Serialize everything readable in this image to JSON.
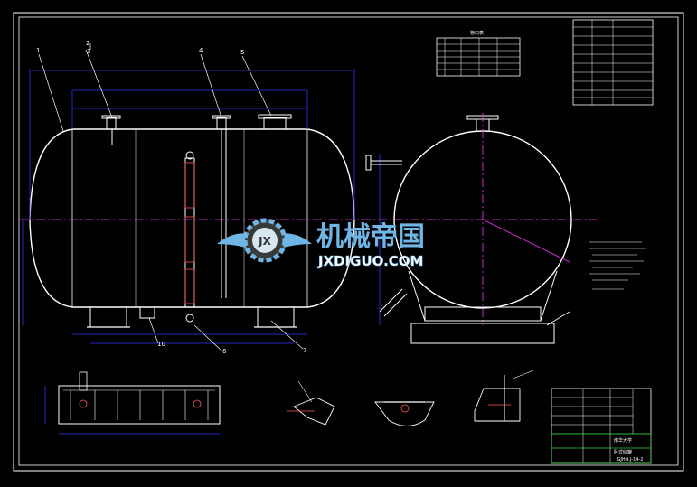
{
  "drawing": {
    "part_labels": [
      "1",
      "2",
      "3",
      "4",
      "5",
      "6",
      "7",
      "10"
    ],
    "table_header": "管口表"
  },
  "watermark": {
    "cn": "机械帝国",
    "en": "JXDIGUO.COM",
    "badge": "JX"
  },
  "title_block": {
    "unit": "南华大学",
    "drawing_name": "卧式储罐",
    "drawing_no": "GJHN.J-14-2"
  },
  "colors": {
    "background": "#000000",
    "outline": "#ffffff",
    "dimension": "#3333ff",
    "centerline": "#ff33ff",
    "accent": "#33cc33",
    "watermark": "#6fb6e6"
  }
}
